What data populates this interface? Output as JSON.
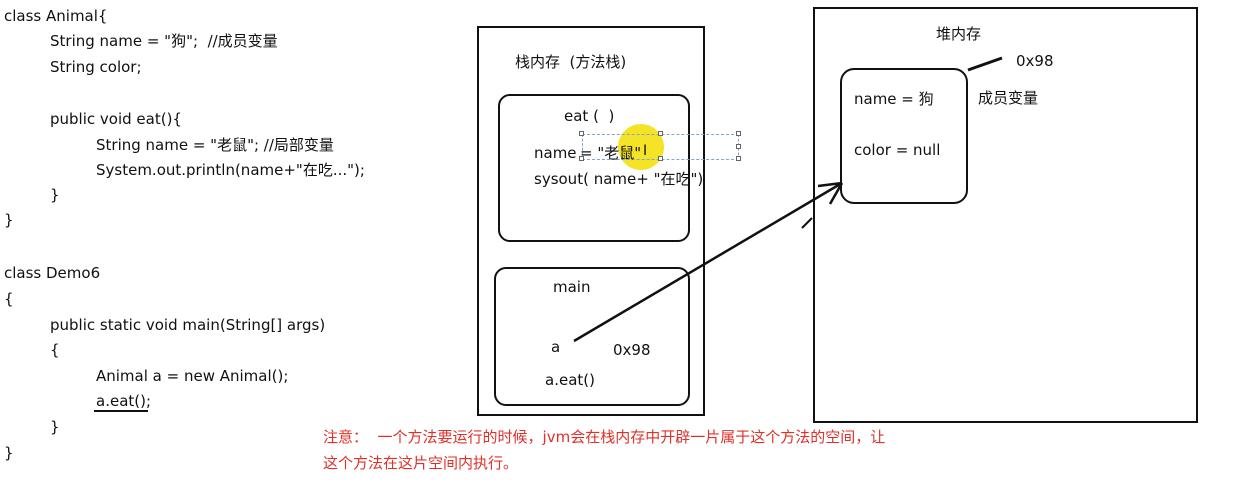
{
  "code": {
    "lines": [
      "class Animal{",
      "String name = \"狗\";  //成员变量",
      "String color;",
      "public void eat(){",
      "String name = \"老鼠\"; //局部变量",
      "System.out.println(name+\"在吃...\");",
      "}",
      "}",
      "class Demo6",
      "{",
      "public static void main(String[] args)",
      "{",
      "Animal a = new Animal();",
      "a.eat();",
      "}",
      "}"
    ]
  },
  "stack": {
    "title": "栈内存  (方法栈)",
    "eat_frame": {
      "header": "eat (  )",
      "line1_prefix": "name ",
      "line1_value": "= \"老鼠\"",
      "line2": "sysout( name+ \"在吃\")"
    },
    "main_frame": {
      "header": "main",
      "var": "a",
      "address": "0x98",
      "call": "a.eat()"
    }
  },
  "heap": {
    "title": "堆内存",
    "address": "0x98",
    "member_label": "成员变量",
    "field1": "name = 狗",
    "field2": "color = null"
  },
  "note": {
    "line1": "注意：  一个方法要运行的时候，jvm会在栈内存中开辟一片属于这个方法的空间，让",
    "line2": "这个方法在这片空间内执行。"
  },
  "colors": {
    "note": "#e0302a",
    "highlight": "#f4e21a",
    "selection": "#7aa6d6"
  }
}
